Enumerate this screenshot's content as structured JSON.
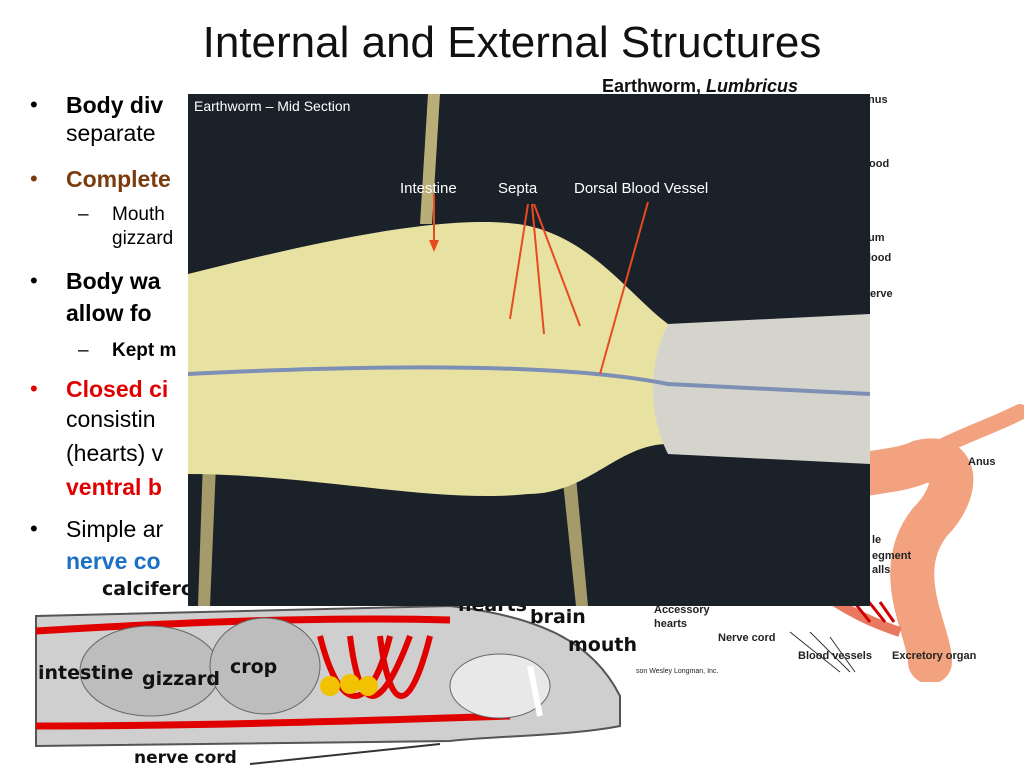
{
  "slide": {
    "title": "Internal and External Structures"
  },
  "bullets": {
    "b1_line1": "Body div",
    "b1_line2": "separate",
    "b2_line1": "Complete",
    "b2_sub_line1": "Mouth",
    "b2_sub_line2": "gizzard",
    "b3_line1": "Body wa",
    "b3_line2": "allow fo",
    "b3_sub_line1": "Kept m",
    "b4_line1": "Closed ci",
    "b4_line2": "consistin",
    "b4_line3": "(hearts) v",
    "b4_line4": "ventral b",
    "b5_line1": "Simple ar",
    "b5_line2": "nerve co"
  },
  "textbook": {
    "title_plain": "Earthworm, ",
    "title_italic": "Lumbricus",
    "labels": [
      "nus",
      "lood",
      "um",
      "lood",
      "erve",
      "Anus",
      "le",
      "egment",
      "alls",
      "Accessory",
      "hearts",
      "Nerve cord",
      "Blood vessels",
      "Excretory organ",
      "son Wesley Longman, Inc."
    ]
  },
  "diagram": {
    "labels": [
      "calcifero",
      "hearts",
      "brain",
      "mouth",
      "intestine",
      "gizzard",
      "crop",
      "nerve cord"
    ]
  },
  "photo": {
    "caption": "Earthworm – Mid Section",
    "label_intestine": "Intestine",
    "label_septa": "Septa",
    "label_dbv": "Dorsal Blood Vessel"
  },
  "colors": {
    "title": "#111111",
    "bullet_brown": "#7a3b0f",
    "bullet_red": "#e00000",
    "bullet_blue": "#1a6fc6",
    "worm_pink": "#f2a27e",
    "vessel_red": "#e00000",
    "hearts_yellow": "#f2c200",
    "photo_bg": "#1b2129",
    "worm_tissue": "#e8e2a2"
  }
}
